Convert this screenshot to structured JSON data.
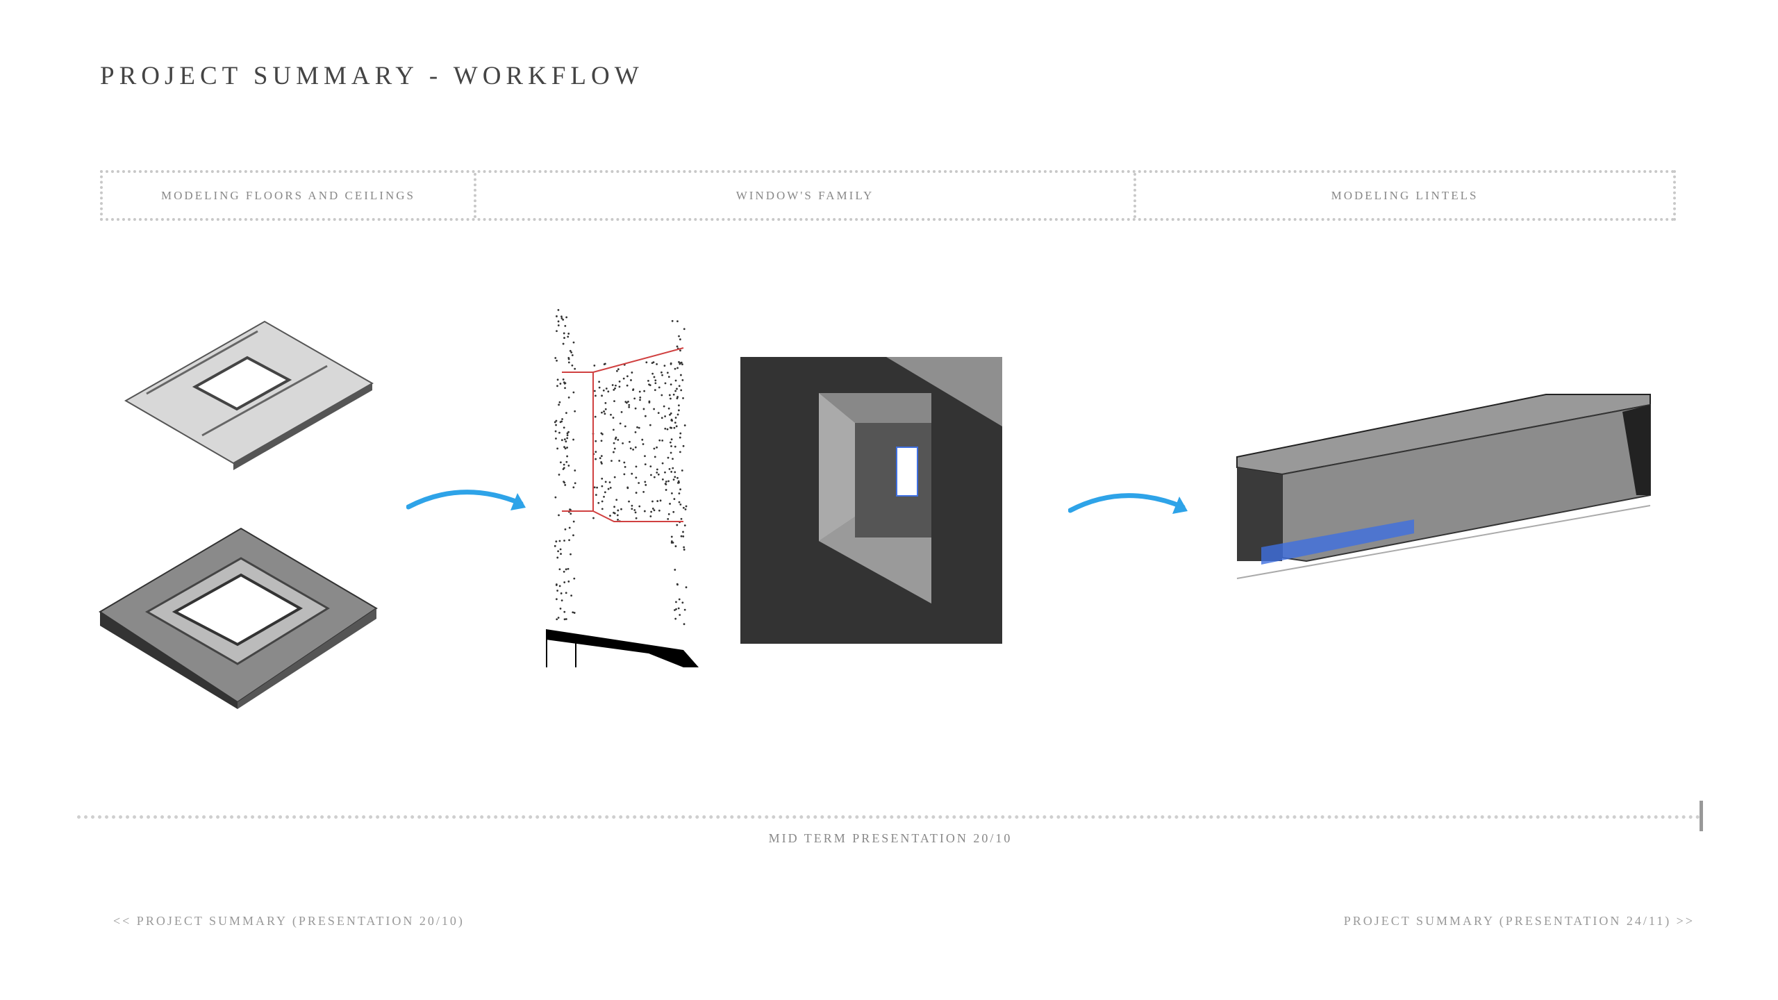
{
  "title": "PROJECT SUMMARY - WORKFLOW",
  "tabs": [
    {
      "label": "MODELING FLOORS AND CEILINGS"
    },
    {
      "label": "WINDOW'S FAMILY"
    },
    {
      "label": "MODELING LINTELS"
    }
  ],
  "timeline": {
    "label": "MID TERM PRESENTATION 20/10"
  },
  "nav": {
    "prev": "<< PROJECT SUMMARY (PRESENTATION 20/10)",
    "next": "PROJECT SUMMARY (PRESENTATION 24/11) >>"
  },
  "colors": {
    "arrow": "#2ea3e8",
    "accent_red": "#d04040",
    "highlight_blue": "#3f6fe0"
  }
}
